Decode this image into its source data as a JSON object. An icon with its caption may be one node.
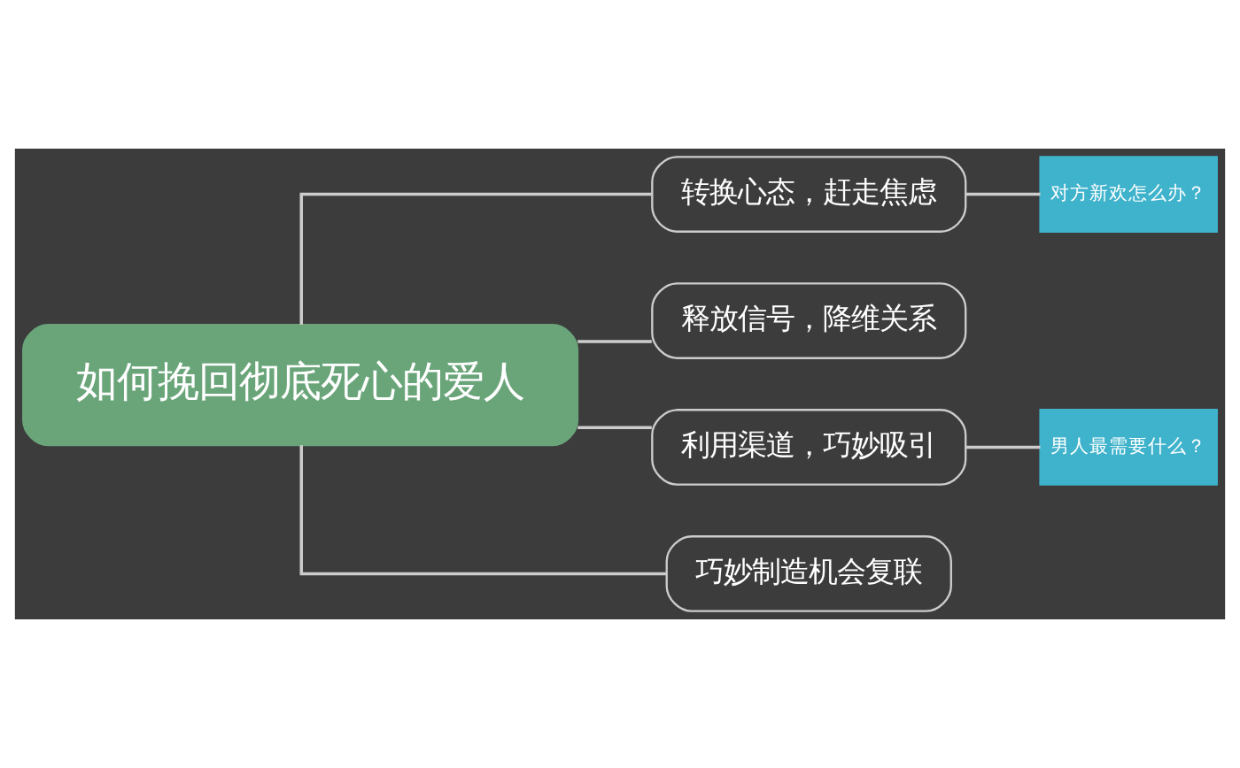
{
  "diagram": {
    "nodes": [
      {
        "text": [
          "如何挽回彻底死心的爱人"
        ]
      },
      {
        "text": [
          "转换心态，赶走焦虑"
        ]
      },
      {
        "text": [
          "释放信号，降维关系"
        ]
      },
      {
        "text": [
          "利用渠道，巧妙吸引"
        ]
      },
      {
        "text": [
          "巧妙制造机会复联"
        ]
      },
      {
        "text": [
          "对方新欢怎么办？"
        ]
      },
      {
        "text": [
          "男人最需要什么？"
        ]
      }
    ],
    "edges": [
      {
        "from": 0,
        "to": 1,
        "arrow": "none"
      },
      {
        "from": 0,
        "to": 2,
        "arrow": "none"
      },
      {
        "from": 0,
        "to": 3,
        "arrow": "none"
      },
      {
        "from": 0,
        "to": 4,
        "arrow": "none"
      },
      {
        "from": 1,
        "to": 5,
        "arrow": "none"
      },
      {
        "from": 3,
        "to": 6,
        "arrow": "none"
      }
    ]
  }
}
